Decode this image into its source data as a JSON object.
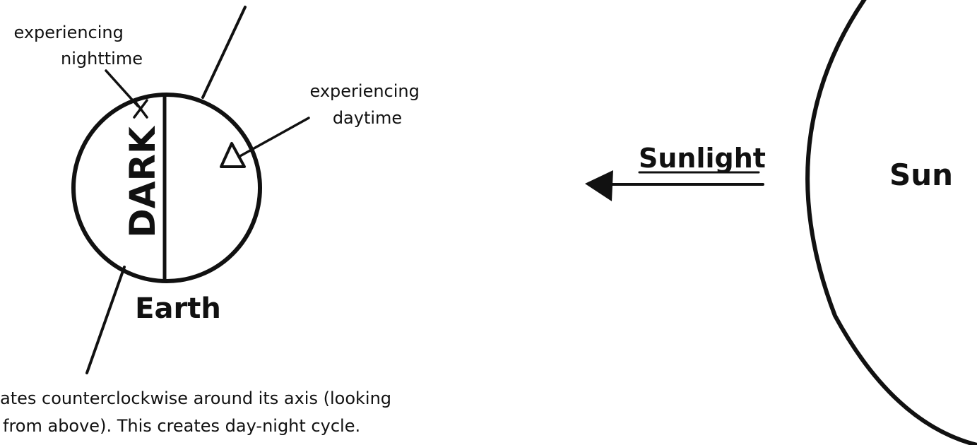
{
  "labels": {
    "nighttime_note": [
      "experiencing",
      "nighttime"
    ],
    "daytime_note": [
      "experiencing",
      "daytime"
    ],
    "dark_side": "DARK",
    "earth": "Earth",
    "sunlight": "Sunlight",
    "sun": "Sun",
    "caption": [
      "ates counterclockwise around its axis (looking",
      "from above). This creates day-night cycle."
    ]
  },
  "colors": {
    "ink": "#111111",
    "background": "#ffffff"
  },
  "icons": {
    "night_marker": "x-mark-icon",
    "day_marker": "triangle-icon"
  }
}
